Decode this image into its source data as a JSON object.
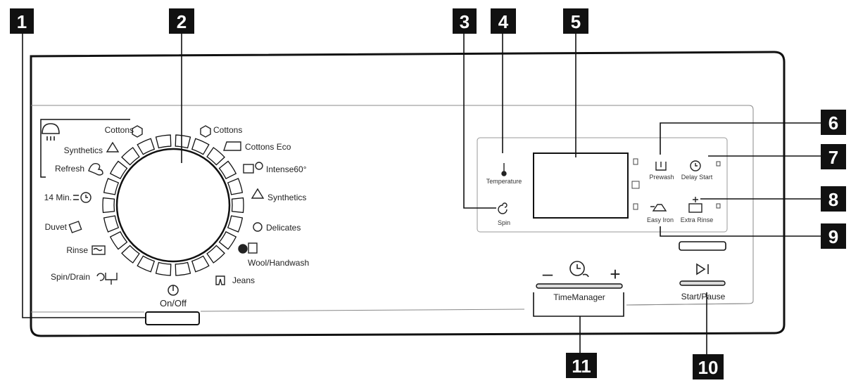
{
  "callouts": [
    "1",
    "2",
    "3",
    "4",
    "5",
    "6",
    "7",
    "8",
    "9",
    "10",
    "11"
  ],
  "programmes_left": [
    "Cottons",
    "Synthetics",
    "Refresh",
    "14 Min.",
    "Duvet",
    "Rinse",
    "Spin/Drain"
  ],
  "programmes_right": [
    "Cottons",
    "Cottons Eco",
    "Intense60°",
    "Synthetics",
    "Delicates",
    "Wool/Handwash",
    "Jeans"
  ],
  "controls": {
    "on_off": "On/Off",
    "temperature": "Temperature",
    "spin": "Spin",
    "prewash": "Prewash",
    "delay_start": "Delay Start",
    "easy_iron": "Easy Iron",
    "extra_rinse": "Extra Rinse",
    "time_manager": "TimeManager",
    "start_pause": "Start/Pause",
    "minus": "–",
    "plus": "+"
  }
}
